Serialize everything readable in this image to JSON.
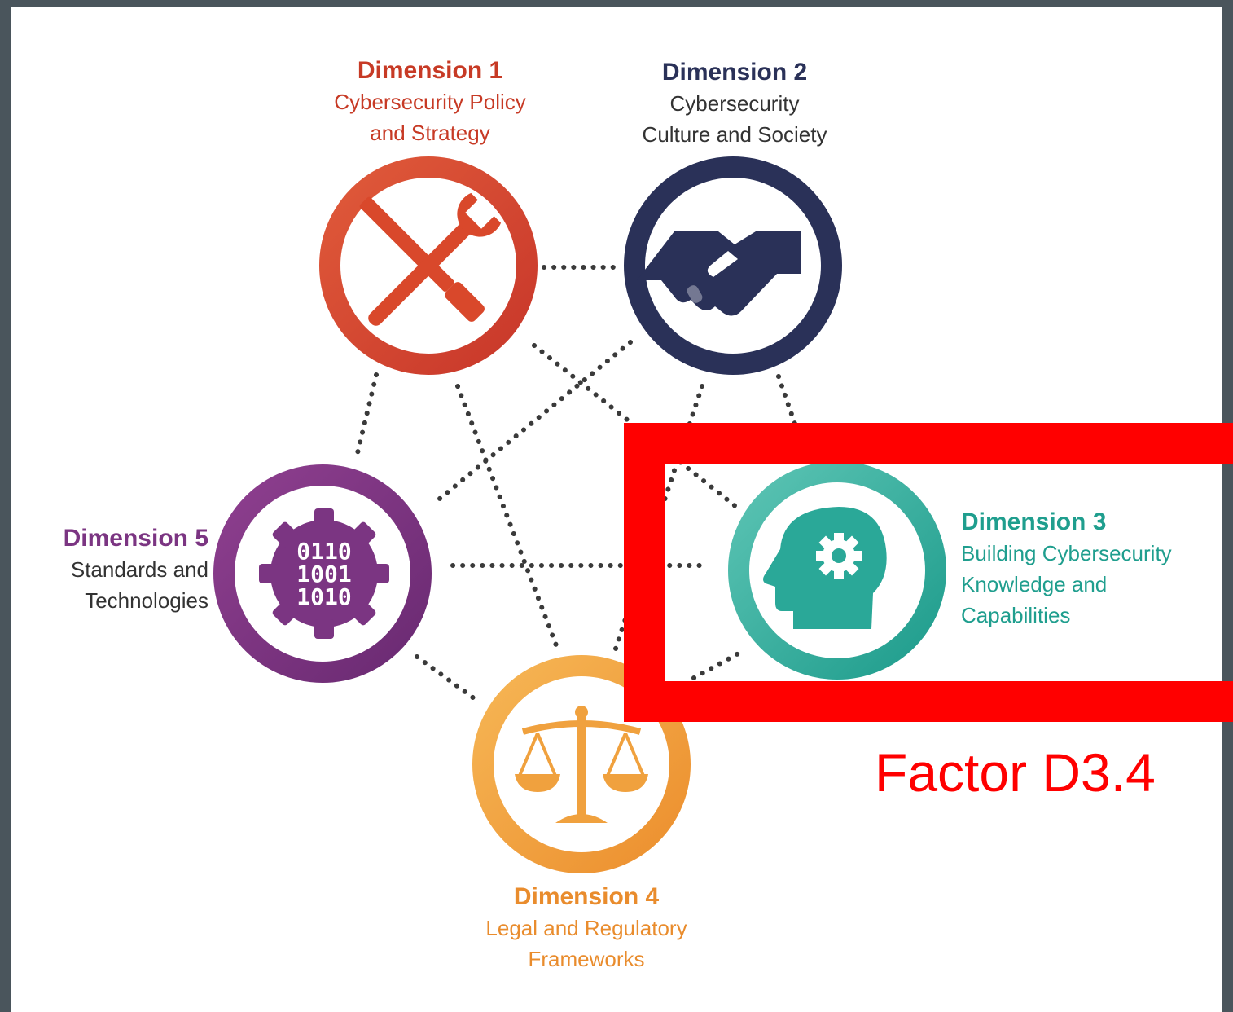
{
  "colors": {
    "background": "#4a555c",
    "panel": "#ffffff",
    "d1": "#d9482b",
    "d2": "#2a3158",
    "d3": "#2aa898",
    "d4": "#f0a13e",
    "d5": "#7b3582",
    "highlight": "#ff0000"
  },
  "dimensions": {
    "d1": {
      "title": "Dimension 1",
      "line1": "Cybersecurity Policy",
      "line2": "and Strategy",
      "icon": "tools-icon"
    },
    "d2": {
      "title": "Dimension 2",
      "line1": "Cybersecurity",
      "line2": "Culture and Society",
      "icon": "handshake-icon"
    },
    "d3": {
      "title": "Dimension 3",
      "line1": "Building Cybersecurity",
      "line2": "Knowledge and",
      "line3": "Capabilities",
      "icon": "head-gear-icon"
    },
    "d4": {
      "title": "Dimension 4",
      "line1": "Legal and Regulatory",
      "line2": "Frameworks",
      "icon": "scales-icon"
    },
    "d5": {
      "title": "Dimension 5",
      "line1": "Standards and",
      "line2": "Technologies",
      "icon": "binary-gear-icon",
      "binary": [
        "0110",
        "1001",
        "1010"
      ]
    }
  },
  "highlight": {
    "label": "Factor D3.4"
  }
}
